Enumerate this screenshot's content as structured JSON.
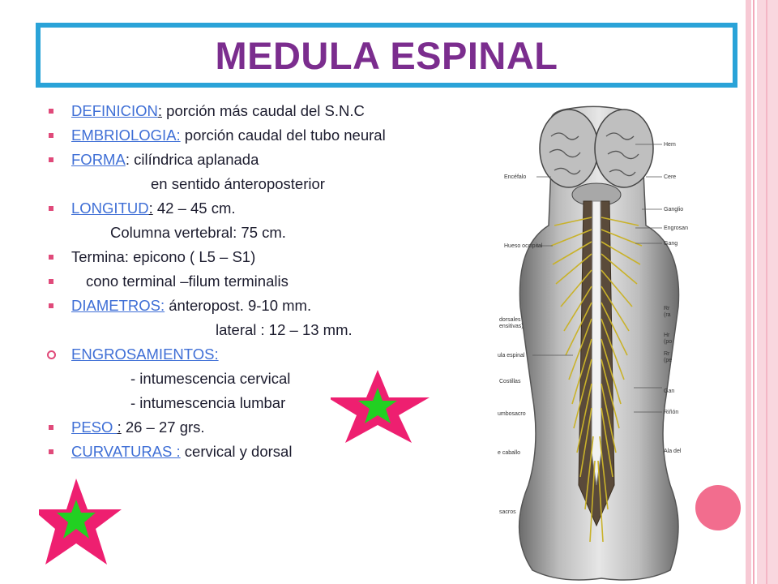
{
  "title": "MEDULA ESPINAL",
  "items": [
    {
      "label": "DEFINICION",
      "sep": ":",
      "text": " porción más caudal del S.N.C"
    },
    {
      "label": "EMBRIOLOGIA:",
      "text": " porción caudal del tubo neural"
    },
    {
      "label": "FORMA",
      "text": ": cilíndrica aplanada"
    },
    {
      "cont": "en sentido ánteroposterior"
    },
    {
      "label": "LONGITUD",
      "sep": ":",
      "text": " 42 – 45 cm."
    },
    {
      "cont": "Columna vertebral: 75 cm."
    },
    {
      "text": "Termina: epicono ( L5 – S1)"
    },
    {
      "text": "cono terminal –filum terminalis"
    },
    {
      "label": "DIAMETROS:",
      "text": " ánteropost. 9-10 mm."
    },
    {
      "cont": "lateral : 12 – 13 mm."
    },
    {
      "label": "ENGROSAMIENTOS:"
    },
    {
      "cont": "- intumescencia cervical"
    },
    {
      "cont": "- intumescencia lumbar"
    },
    {
      "label": "PESO ",
      "sep": ":",
      "text": " 26 – 27 grs."
    },
    {
      "label": "CURVATURAS :",
      "text": " cervical y dorsal"
    }
  ],
  "figure_labels": {
    "left": [
      "Encéfalo",
      "Hueso occipital",
      "dorsales",
      "ensitivas)",
      "ula espinal",
      "Costillas",
      "umbosacro",
      "e caballo",
      "sacros"
    ],
    "right": [
      "Hem",
      "Cere",
      "Ganglio",
      "Engrosan",
      "Gang",
      "Rr",
      "(ra",
      "Hr",
      "(po",
      "Rr",
      "(pe",
      "Gan",
      "Riñón",
      "Ala del"
    ]
  },
  "colors": {
    "title": "#7b2d8e",
    "frame": "#2aa3d8",
    "link": "#3f6fd6",
    "bullet": "#e04a7a",
    "star_outer": "#ee1f70",
    "star_inner": "#22d022"
  }
}
